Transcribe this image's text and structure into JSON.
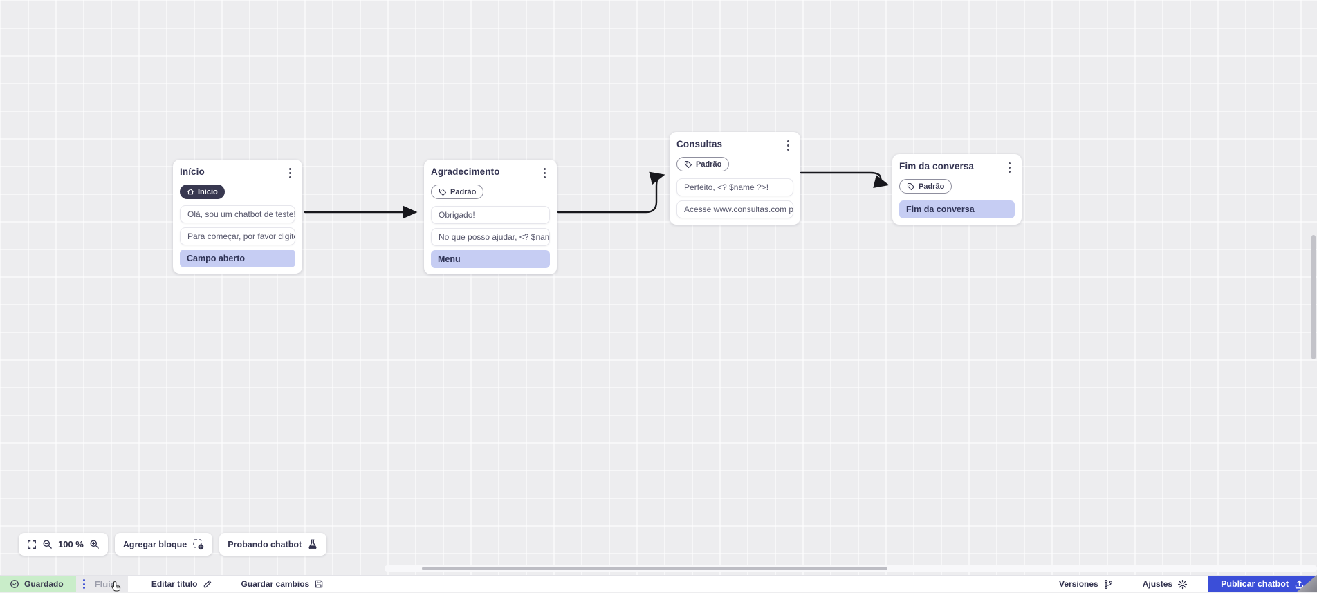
{
  "canvas": {
    "zoom_level": "100 %",
    "nodes": [
      {
        "id": "inicio",
        "title": "Início",
        "badge": {
          "label": "Início",
          "style": "dark",
          "icon": "home"
        },
        "messages": [
          "Olá, sou um chatbot de teste!",
          "Para começar, por favor digite o ..."
        ],
        "options": [
          "Campo aberto"
        ]
      },
      {
        "id": "agradecimento",
        "title": "Agradecimento",
        "badge": {
          "label": "Padrão",
          "style": "outline",
          "icon": "tag"
        },
        "messages": [
          "Obrigado!",
          "No que posso ajudar, <? $name ..."
        ],
        "options": [
          "Menu"
        ]
      },
      {
        "id": "consultas",
        "title": "Consultas",
        "badge": {
          "label": "Padrão",
          "style": "outline",
          "icon": "tag"
        },
        "messages": [
          "Perfeito, <? $name ?>!",
          "Acesse www.consultas.com par..."
        ],
        "options": []
      },
      {
        "id": "fim-da-conversa",
        "title": "Fim da conversa",
        "badge": {
          "label": "Padrão",
          "style": "outline",
          "icon": "tag"
        },
        "messages": [],
        "options": [
          "Fim da conversa"
        ]
      }
    ]
  },
  "toolbar": {
    "zoom_value": "100 %",
    "add_block_label": "Agregar bloque",
    "test_chatbot_label": "Probando chatbot"
  },
  "statusbar": {
    "saved_label": "Guardado",
    "flow_name": "Fluir",
    "edit_title_label": "Editar título",
    "save_changes_label": "Guardar cambios",
    "versions_label": "Versiones",
    "settings_label": "Ajustes",
    "publish_label": "Publicar chatbot"
  },
  "colors": {
    "accent_blue": "#3b4ed8",
    "option_highlight": "#c6cdf3",
    "saved_green_bg": "#c9edc9",
    "badge_dark_bg": "#383850",
    "canvas_bg": "#ededef",
    "arrow": "#17171c"
  }
}
